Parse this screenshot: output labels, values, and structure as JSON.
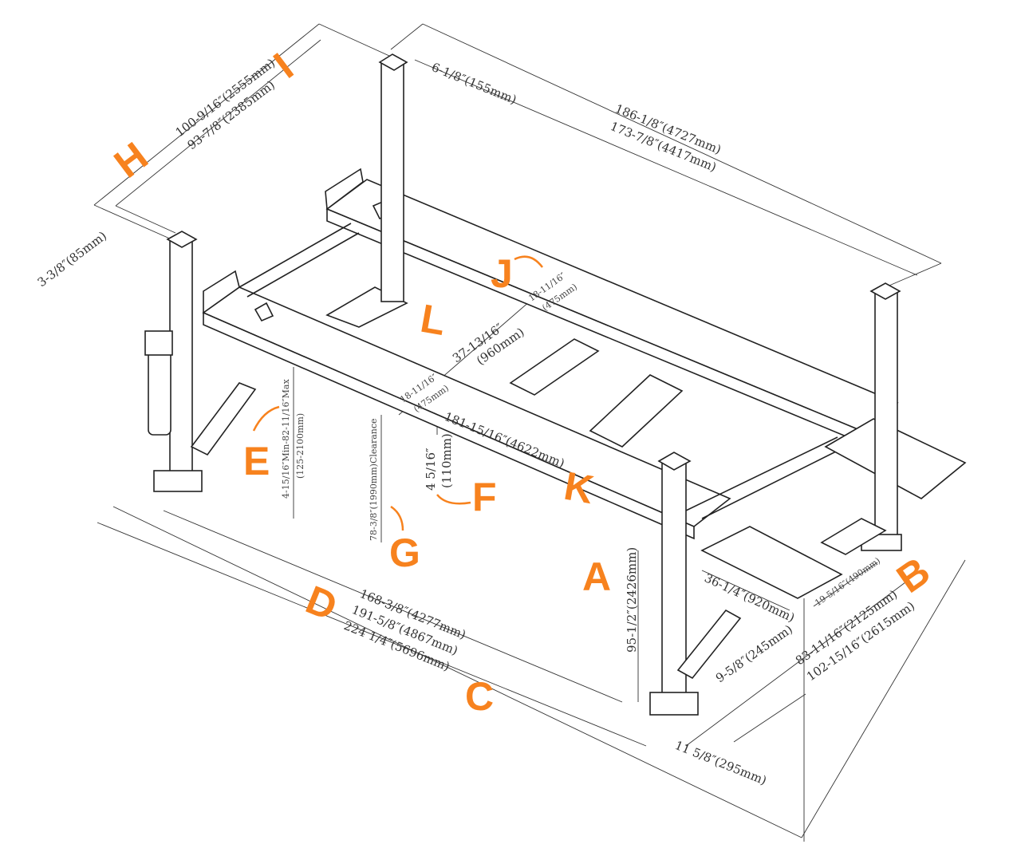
{
  "title": "Four-post lift dimension diagram",
  "accent_color": "#F7821E",
  "labels": {
    "A": "A",
    "B": "B",
    "C": "C",
    "D": "D",
    "E": "E",
    "F": "F",
    "G": "G",
    "H": "H",
    "I": "I",
    "J": "J",
    "K": "K",
    "L": "L"
  },
  "dimensions": {
    "overall_width": "100-9/16″(2555mm)",
    "inner_width": "93-7/8″(2385mm)",
    "post_offset": "3-3/8″(85mm)",
    "post_depth": "6-1/8″(155mm)",
    "outer_length": "186-1/8″(4727mm)",
    "inner_length": "173-7/8″(4417mm)",
    "runway_width_back": "18-11/16″",
    "runway_width_back_mm": "(475mm)",
    "runway_gap": "37-13/16″",
    "runway_gap_mm": "(960mm)",
    "runway_width_front": "18-11/16″",
    "runway_width_front_mm": "(475mm)",
    "runway_length": "181-15/16″(4622mm)",
    "runway_thickness": "4 5/16″",
    "runway_thickness_mm": "(110mm)",
    "lift_height": "4-15/16″Min-82-11/16″Max",
    "lift_height_mm": "(125-2100mm)",
    "clearance": "78-3/8″(1990mm)Clearance",
    "post_height": "95-1/2″(2426mm)",
    "ramp_length": "36-1/4″(920mm)",
    "ramp_width": "19-5/16″(490mm)",
    "base_offset": "9-5/8″(245mm)",
    "inside_posts": "83-11/16″(2125mm)",
    "outside_posts": "102-15/16″(2615mm)",
    "base_plate": "11 5/8″(295mm)",
    "length_D1": "168-3/8″(4277mm)",
    "length_D2": "191-5/8″(4867mm)",
    "length_C": "224 1/4″(5696mm)"
  }
}
